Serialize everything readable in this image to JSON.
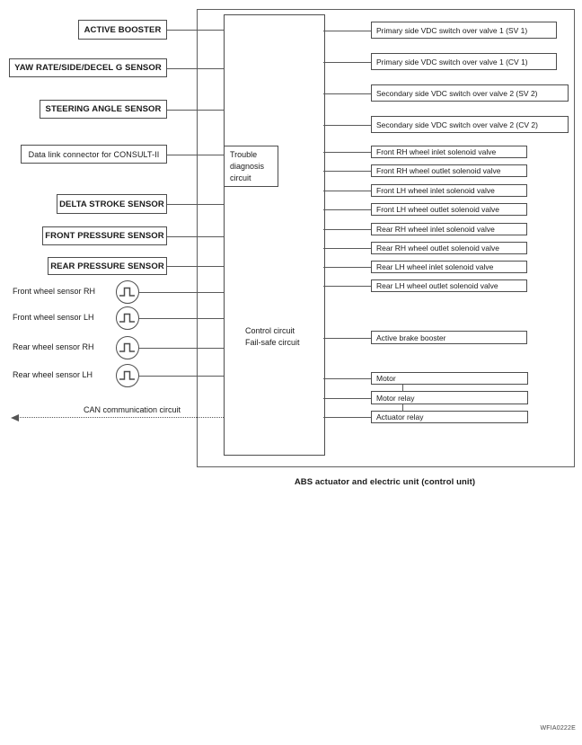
{
  "diagram": {
    "caption": "ABS actuator and electric unit (control unit)",
    "figure_code": "WFIA0222E",
    "can_label": "CAN communication circuit",
    "trouble_lines": [
      "Trouble",
      "diagnosis",
      "circuit"
    ],
    "control_lines": [
      "Control circuit",
      "Fail-safe circuit"
    ],
    "left_inputs": [
      "ACTIVE BOOSTER",
      "YAW RATE/SIDE/DECEL G SENSOR",
      "STEERING ANGLE SENSOR",
      "Data link connector for CONSULT-II",
      "DELTA STROKE SENSOR",
      "FRONT PRESSURE SENSOR",
      "REAR PRESSURE SENSOR"
    ],
    "wheel_sensors": [
      "Front wheel sensor RH",
      "Front wheel sensor LH",
      "Rear wheel sensor RH",
      "Rear wheel sensor LH"
    ],
    "right_outputs": [
      "Primary side VDC switch over valve 1 (SV 1)",
      "Primary side VDC switch over valve 1 (CV 1)",
      "Secondary side VDC switch over valve 2 (SV 2)",
      "Secondary side VDC switch over valve 2 (CV 2)",
      "Front RH wheel inlet solenoid valve",
      "Front RH wheel outlet solenoid valve",
      "Front LH wheel inlet solenoid valve",
      "Front LH wheel outlet solenoid valve",
      "Rear RH wheel inlet solenoid valve",
      "Rear RH wheel outlet solenoid valve",
      "Rear LH wheel inlet solenoid valve",
      "Rear LH wheel outlet solenoid valve",
      "Active brake booster",
      "Motor",
      "Motor relay",
      "Actuator relay"
    ],
    "colors": {
      "background": "#ffffff",
      "ink": "#1a1a1a",
      "line": "#5a5a5a"
    }
  }
}
